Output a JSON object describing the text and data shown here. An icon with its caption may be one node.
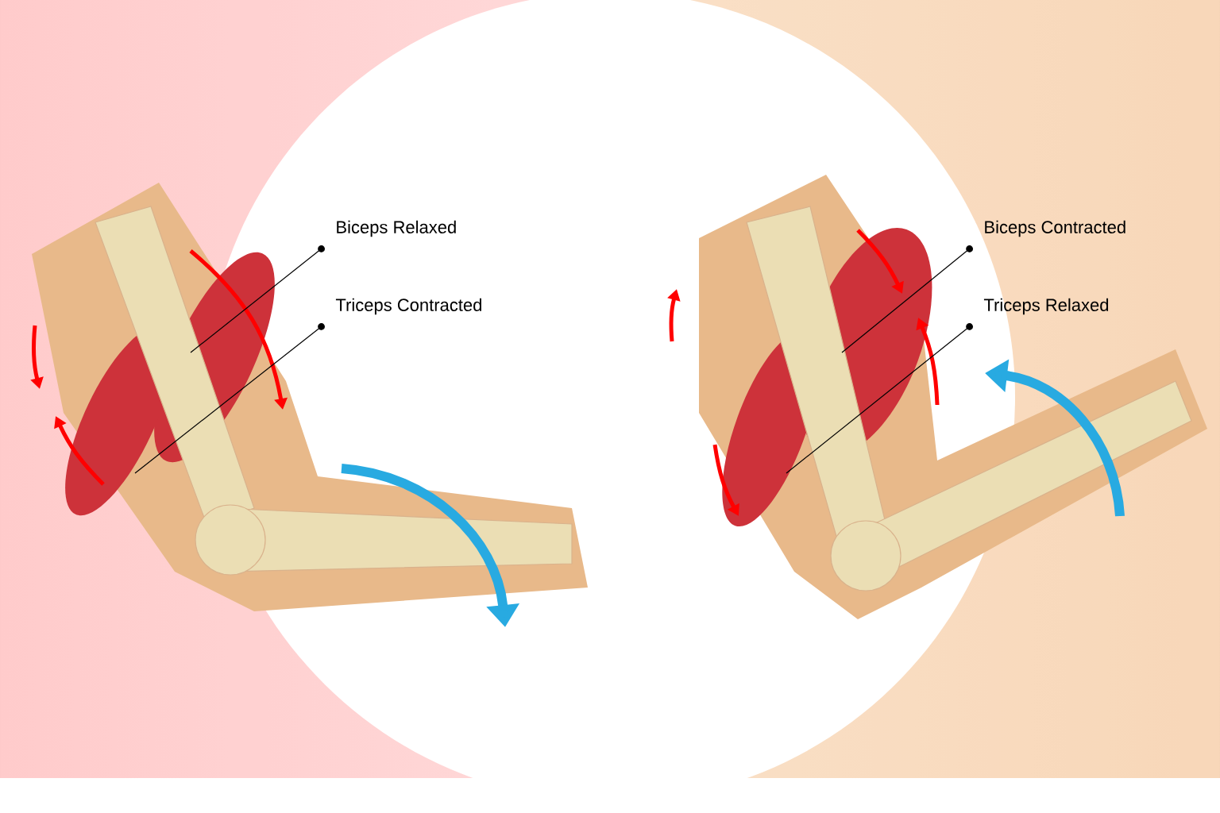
{
  "diagram": {
    "nodes": [
      {
        "text": [
          "Biceps Relaxed"
        ]
      },
      {
        "text": [
          "Triceps Contracted"
        ]
      },
      {
        "text": [
          "Biceps Contracted"
        ]
      },
      {
        "text": [
          "Triceps Relaxed"
        ]
      }
    ],
    "edges": [
      {
        "from": null,
        "to": 0,
        "arrow": "to"
      },
      {
        "from": null,
        "to": 1,
        "arrow": "to"
      },
      {
        "from": null,
        "to": 2,
        "arrow": "to"
      },
      {
        "from": null,
        "to": 3,
        "arrow": "to"
      }
    ]
  }
}
